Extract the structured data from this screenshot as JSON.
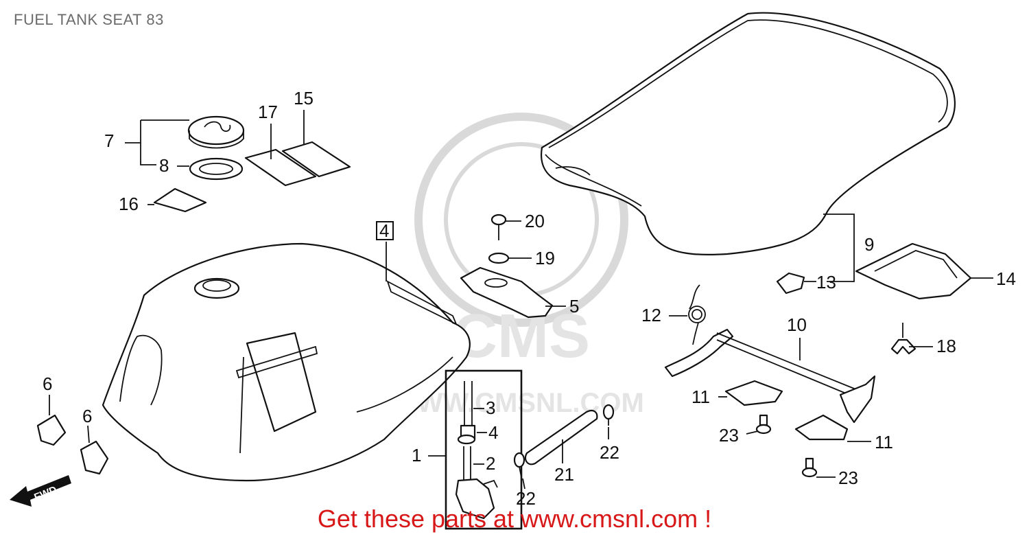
{
  "title": "FUEL TANK SEAT 83",
  "footer": "Get these parts at www.cmsnl.com !",
  "fwd_label": "FWD",
  "watermark": {
    "brand": "CMS",
    "url": "WWW.CMSNL.COM"
  },
  "callouts": {
    "c1": "1",
    "c2": "2",
    "c3": "3",
    "c4": "4",
    "c4box": "4",
    "c5": "5",
    "c6a": "6",
    "c6b": "6",
    "c7": "7",
    "c8": "8",
    "c9": "9",
    "c10": "10",
    "c11a": "11",
    "c11b": "11",
    "c12": "12",
    "c13": "13",
    "c14": "14",
    "c15": "15",
    "c16": "16",
    "c17": "17",
    "c18": "18",
    "c19": "19",
    "c20": "20",
    "c21": "21",
    "c22a": "22",
    "c22b": "22",
    "c23a": "23",
    "c23b": "23"
  },
  "colors": {
    "footer_text": "#d81818",
    "title_text": "#6b6b6b",
    "line_art": "#111111",
    "watermark": "#d9d9d9"
  }
}
